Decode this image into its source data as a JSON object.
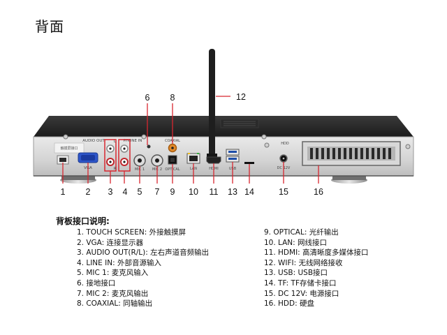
{
  "page_title": "背面",
  "device": {
    "panel_labels": {
      "audio_out": "AUDIO OUT",
      "phone_in": "PHONE IN",
      "coaxial": "COAXIAL",
      "hdd": "HDD",
      "l": "L",
      "r": "R",
      "vga": "VGA",
      "mic1": "MIC 1",
      "mic2": "MIC 2",
      "optical": "OPTICAL",
      "lan": "LAN",
      "hdmi": "HDMI",
      "usb": "USB",
      "dc12v": "DC 12V",
      "touch": "触摸屏接口"
    },
    "callouts": [
      "1",
      "2",
      "3",
      "4",
      "5",
      "6",
      "7",
      "8",
      "9",
      "10",
      "11",
      "12",
      "13",
      "14",
      "15",
      "16"
    ]
  },
  "legend": {
    "heading": "背板接口说明:",
    "left": [
      "1. TOUCH SCREEN: 外接触摸屏",
      "2. VGA: 连接显示器",
      "3. AUDIO OUT(R/L): 左右声道音频输出",
      "4. LINE IN: 外部音源输入",
      "5. MIC 1: 麦克风输入",
      "6. 接地接口",
      "7. MIC 2: 麦克风输出",
      "8. COAXIAL: 同轴输出"
    ],
    "right": [
      "9. OPTICAL: 光纤输出",
      "10. LAN: 网线接口",
      "11. HDMI: 高清晰度多媒体接口",
      "12. WIFI: 无线网络接收",
      "13. USB: USB接口",
      "14. TF: TF存储卡接口",
      "15. DC 12V: 电源接口",
      "16. HDD: 硬盘"
    ]
  }
}
